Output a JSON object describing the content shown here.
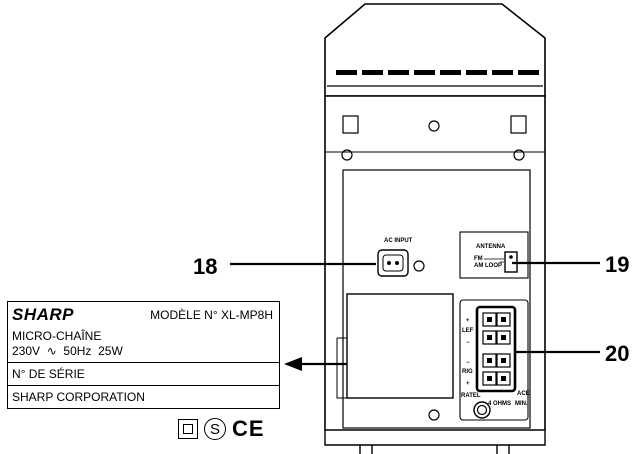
{
  "callouts": {
    "c18": "18",
    "c19": "19",
    "c20": "20"
  },
  "panel": {
    "ac_input": "AC INPUT",
    "antenna": "ANTENNA",
    "fm": "FM",
    "am": "AM",
    "loop": "LOOP",
    "plus_left": "+",
    "left": "LEF",
    "minus_left": "−",
    "minus_right": "−",
    "right": "RIG",
    "plus_right": "+",
    "rated": "RATEL",
    "impedance": "ACE",
    "ohms": "4 OHMS",
    "min": "MIN."
  },
  "plate": {
    "brand": "SHARP",
    "model": "MODÈLE N° XL-MP8H",
    "product": "MICRO-CHAÎNE",
    "rating": "230V  ∿  50Hz  25W",
    "serial": "N° DE SÉRIE",
    "corp": "SHARP CORPORATION"
  },
  "marks": {
    "s_mark": "S",
    "ce_mark": "CE"
  }
}
